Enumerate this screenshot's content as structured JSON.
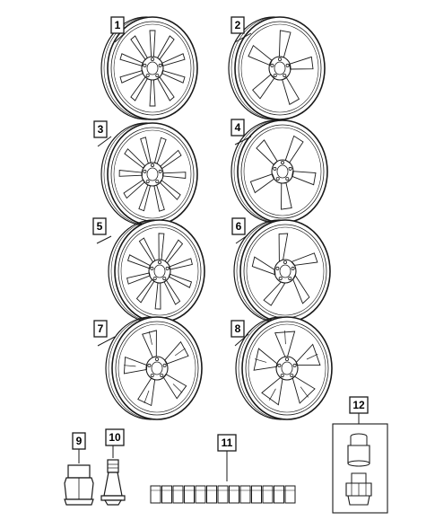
{
  "parts": [
    {
      "number": "1",
      "kind": "wheel",
      "spokes": 10,
      "style": "split"
    },
    {
      "number": "2",
      "kind": "wheel",
      "spokes": 5,
      "style": "wide"
    },
    {
      "number": "3",
      "kind": "wheel",
      "spokes": 10,
      "style": "split"
    },
    {
      "number": "4",
      "kind": "wheel",
      "spokes": 5,
      "style": "wide"
    },
    {
      "number": "5",
      "kind": "wheel",
      "spokes": 10,
      "style": "split"
    },
    {
      "number": "6",
      "kind": "wheel",
      "spokes": 5,
      "style": "twisted"
    },
    {
      "number": "7",
      "kind": "wheel",
      "spokes": 5,
      "style": "twin"
    },
    {
      "number": "8",
      "kind": "wheel",
      "spokes": 5,
      "style": "y-spoke"
    },
    {
      "number": "9",
      "kind": "lug-nut"
    },
    {
      "number": "10",
      "kind": "valve-stem"
    },
    {
      "number": "11",
      "kind": "balance-weights",
      "count": 13
    },
    {
      "number": "12",
      "kind": "wheel-lock-kit"
    }
  ],
  "colors": {
    "line": "#1a1a1a",
    "background": "#ffffff"
  }
}
